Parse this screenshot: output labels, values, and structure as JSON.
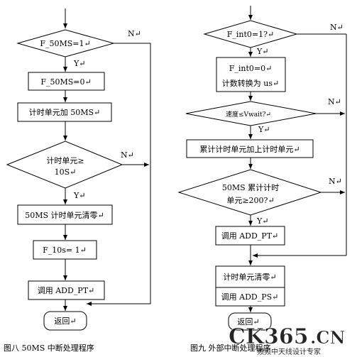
{
  "fig8": {
    "caption": "图八   50MS 中断处理程序",
    "nodes": {
      "check_50ms": "F_50MS=1↵",
      "clear_50ms": "F_50MS=0↵",
      "timer_add": "计时单元加 50MS↵",
      "check_10s_line1": "计时单元≥",
      "check_10s_line2": "10S↵",
      "clear_timer": "50MS 计时单元清零↵",
      "set_10s": "F_10s= 1↵",
      "call_add_pt": "调用 ADD_PT↵",
      "return": "返回↵"
    },
    "labels": {
      "y1": "Y↵",
      "n1": "N↵",
      "y2": "Y↵",
      "n2": "N↵"
    }
  },
  "fig9": {
    "caption": "图九   外部中断处理程序",
    "nodes": {
      "check_int0": "F_int0=1?↵",
      "clear_int0_line1": "F_int0=0↵",
      "clear_int0_line2": "计数转换为 us↵",
      "check_speed": "速度≤Vwait?↵",
      "accumulate": "累计计时单元加上计时单元↵",
      "check_200_line1": "50MS 累计计时",
      "check_200_line2": "单元≥200?↵",
      "call_add_pt": "调用 ADD_PT↵",
      "clear_timer": "计时单元清零↵",
      "call_add_ps": "调用 ADD_PS↵",
      "return": "返回↵"
    },
    "labels": {
      "y1": "Y↵",
      "n1": "N↵",
      "y2": "Y↵",
      "n2": "N↵",
      "y3": "Y↵",
      "n3": "N↵"
    }
  },
  "watermark": {
    "logo": "CK365",
    "logo_suffix": ".CN",
    "tagline": "频频中天线设计专家"
  },
  "colors": {
    "line": "#000000",
    "watermark_blue": "#1b57a8",
    "watermark_red": "#d8282e"
  }
}
